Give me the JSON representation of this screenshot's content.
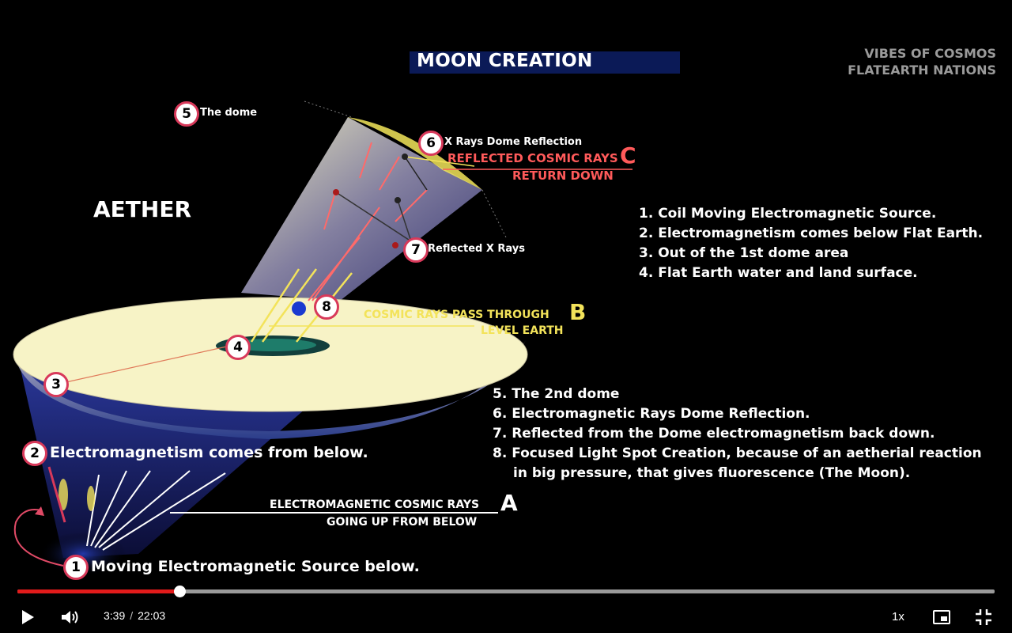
{
  "video": {
    "title": "MOON CREATION",
    "watermark_line1": "VIBES OF COSMOS",
    "watermark_line2": "FLATEARTH NATIONS",
    "aether": "AETHER",
    "list_top": [
      "1. Coil Moving Electromagnetic Source.",
      "2. Electromagnetism comes below Flat Earth.",
      "3. Out of the 1st dome area",
      "4. Flat Earth water and land surface."
    ],
    "list_bottom": [
      "5. The 2nd dome",
      "6. Electromagnetic Rays Dome Reflection.",
      "7. Reflected from the Dome electromagnetism back down.",
      "8. Focused Light Spot Creation, because of an aetherial reaction",
      "in big pressure, that gives fluorescence (The Moon)."
    ],
    "markers": [
      "1",
      "2",
      "3",
      "4",
      "5",
      "6",
      "7",
      "8"
    ],
    "label_dome": "The dome",
    "label_xrays_reflection": "X Rays Dome Reflection",
    "label_reflected_cosmic": "REFLECTED COSMIC RAYS",
    "label_return_down": "RETURN DOWN",
    "letter_c": "C",
    "label_reflected_xrays": "Reflected X Rays",
    "label_pass_through": "COSMIC RAYS PASS THROUGH",
    "letter_b": "B",
    "label_level_earth": "LEVEL EARTH",
    "label_em_below": "Electromagnetism comes from below.",
    "label_em_cosmic": "ELECTROMAGNETIC COSMIC RAYS",
    "letter_a": "A",
    "label_going_up": "GOING UP FROM BELOW",
    "label_moving_source": "Moving Electromagnetic Source below."
  },
  "player": {
    "current_time": "3:39",
    "separator": "/",
    "duration": "22:03",
    "progress_fraction": 0.166,
    "speed": "1x",
    "icons": [
      "play-icon",
      "volume-icon",
      "picture-in-picture-icon",
      "exit-fullscreen-icon"
    ],
    "colors": {
      "progress": "#e21b1b",
      "track": "#9a9a9a"
    }
  }
}
